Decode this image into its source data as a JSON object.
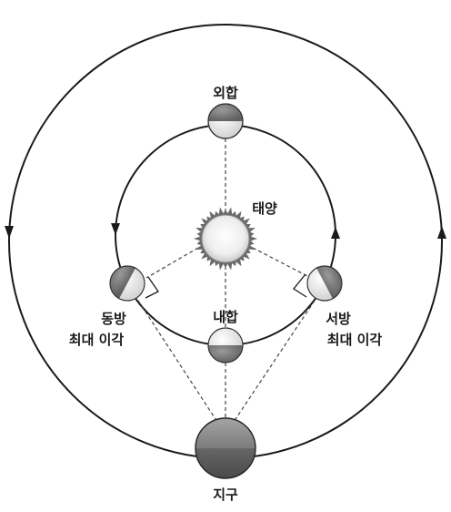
{
  "labels": {
    "superior_conjunction": "외합",
    "sun": "태양",
    "inferior_conjunction": "내합",
    "eastern_elongation_line1": "동방",
    "eastern_elongation_line2": "최대 이각",
    "western_elongation_line1": "서방",
    "western_elongation_line2": "최대 이각",
    "earth": "지구"
  },
  "colors": {
    "orbit": "#1a1a1a",
    "dashed_line": "#444444",
    "planet_light": "#e6e6e6",
    "planet_dark": "#777777",
    "earth_top": "#8a8a8a",
    "earth_bottom": "#5a5a5a",
    "sun_core": "#f2f2f2",
    "sun_rays": "#6a6a6a"
  },
  "icons": {
    "sun": "sun-icon",
    "planet": "planet-icon",
    "earth": "earth-icon"
  }
}
